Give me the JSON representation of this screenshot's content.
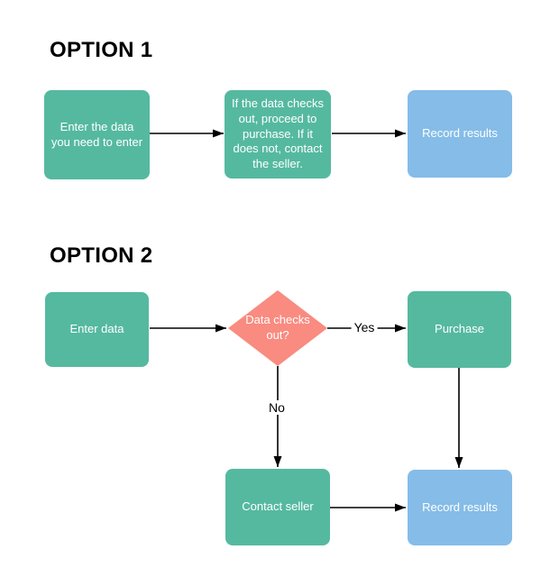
{
  "colors": {
    "teal": "#55B9A0",
    "blue": "#85BCE8",
    "salmon": "#F98B80",
    "line": "#000000",
    "node_text": "#FFFFFF",
    "heading_text": "#000000"
  },
  "option1": {
    "title": "OPTION 1",
    "nodes": {
      "enter": {
        "label": "Enter the data you need to enter"
      },
      "check": {
        "label": "If the data checks out, proceed to purchase. If it does not, contact the seller."
      },
      "record": {
        "label": "Record results"
      }
    }
  },
  "option2": {
    "title": "OPTION 2",
    "nodes": {
      "enter": {
        "label": "Enter data"
      },
      "decision": {
        "label": "Data checks out?"
      },
      "purchase": {
        "label": "Purchase"
      },
      "contact": {
        "label": "Contact seller"
      },
      "record": {
        "label": "Record results"
      }
    },
    "edge_labels": {
      "yes": "Yes",
      "no": "No"
    }
  }
}
